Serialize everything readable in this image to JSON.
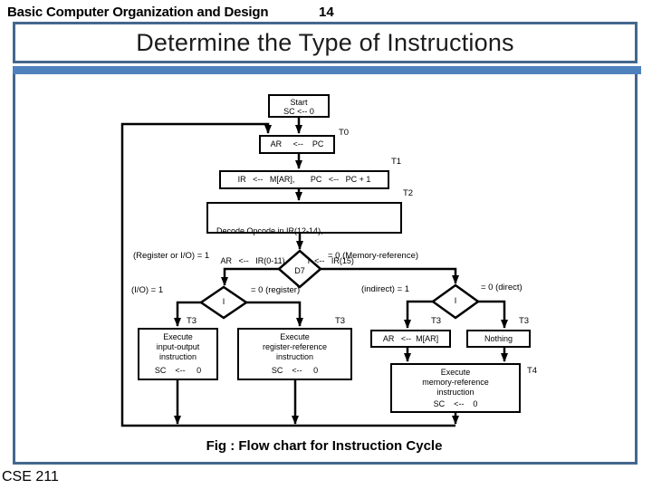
{
  "header": {
    "course": "Basic Computer Organization and Design",
    "page": "14"
  },
  "title": "Determine the Type of Instructions",
  "caption": "Fig : Flow chart for Instruction Cycle",
  "footer": "CSE 211",
  "colors": {
    "accent_bar": "#4F81BD",
    "frame_border": "#44678D",
    "flow_line": "#000000"
  },
  "flowchart": {
    "boxes": {
      "start": {
        "line1": "Start",
        "line2": "SC <-- 0"
      },
      "fetch_ar": {
        "text": "AR     <--    PC",
        "t": "T0"
      },
      "fetch_ir": {
        "text": "IR   <--   M[AR],       PC   <--   PC + 1",
        "t": "T1"
      },
      "decode": {
        "line1": "Decode Opcode in IR(12-14),",
        "line2": "  AR   <--   IR(0-11),         I  <--   IR(15)",
        "t": "T2"
      },
      "exec_io": {
        "line1": "Execute",
        "line2": "input-output",
        "line3": "instruction",
        "line4": "SC    <--     0",
        "t": "T3"
      },
      "exec_reg": {
        "line1": "Execute",
        "line2": "register-reference",
        "line3": "instruction",
        "line4": "SC    <--     0",
        "t": "T3"
      },
      "ar_mar": {
        "text": "AR   <--  M[AR]",
        "t": "T3"
      },
      "nothing": {
        "text": "Nothing",
        "t": "T3"
      },
      "exec_mem": {
        "line1": "Execute",
        "line2": "memory-reference",
        "line3": "instruction",
        "line4": "SC    <--    0",
        "t": "T4"
      }
    },
    "diamonds": {
      "d7": "D7",
      "i_left": "I",
      "i_right": "I"
    },
    "branch_labels": {
      "d7_left": "(Register or I/O) = 1",
      "d7_right": "= 0 (Memory-reference)",
      "i_left_left": "(I/O) = 1",
      "i_left_right": "= 0 (register)",
      "i_right_left": "(indirect) = 1",
      "i_right_right": "= 0 (direct)"
    }
  }
}
